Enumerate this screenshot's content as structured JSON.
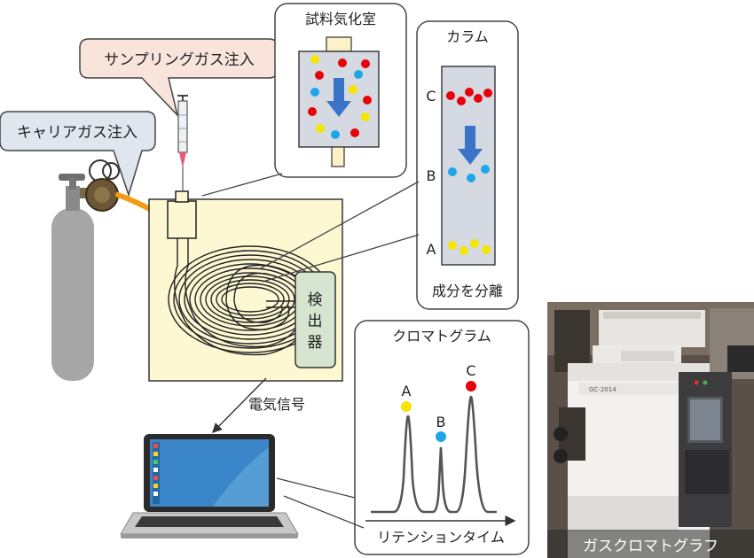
{
  "labels": {
    "sampling_gas_injection": "サンプリングガス注入",
    "carrier_gas_injection": "キャリアガス注入",
    "vaporization_chamber": "試料気化室",
    "column": "カラム",
    "separate_components": "成分を分離",
    "detector": [
      "検",
      "出",
      "器"
    ],
    "electric_signal": "電気信号",
    "chromatogram": "クロマトグラム",
    "retention_time": "リテンションタイム",
    "photo_caption": "ガスクロマトグラフ",
    "photo_model": "GC-2014"
  },
  "column_zones": [
    "C",
    "B",
    "A"
  ],
  "peaks": [
    "A",
    "B",
    "C"
  ],
  "colors": {
    "red": "#e8000b",
    "yellow": "#f5e600",
    "blue": "#1ea7e8",
    "arrow_blue": "#3b73c9",
    "oven": "#fdf8d2",
    "detector": "#d6e5cf",
    "callout_fill": "#f9e4dc",
    "carrier_fill": "#dfe6ee",
    "panel_gray": "#d4d9e2",
    "cylinder": "#a9a9a9",
    "hose": "#f39c12"
  }
}
